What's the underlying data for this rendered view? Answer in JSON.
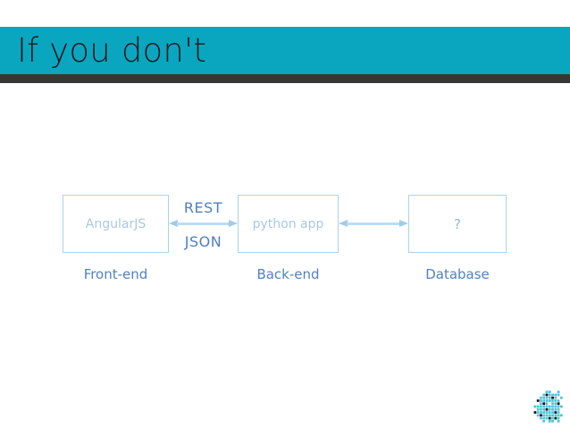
{
  "slide": {
    "title": "If you don't",
    "header_color": "#0aa6c0",
    "header_rule_color": "#373737",
    "title_color": "#19191c",
    "background": "#ffffff"
  },
  "diagram": {
    "type": "flow",
    "accent_color": "#a8d3ef",
    "arrow_color": "#9ecdec",
    "caption_color": "#5281bf",
    "protocol_color": "#4f7fc0",
    "nodes": [
      {
        "id": "frontend",
        "box_text": "AngularJS",
        "caption": "Front-end"
      },
      {
        "id": "backend",
        "box_text": "python app",
        "caption": "Back-end"
      },
      {
        "id": "database",
        "box_text": "?",
        "caption": "Database"
      }
    ],
    "connectors": [
      {
        "id": "frontend-backend",
        "from": "frontend",
        "to": "backend",
        "direction": "bidirectional",
        "label_above": "REST",
        "label_below": "JSON"
      },
      {
        "id": "backend-database",
        "from": "backend",
        "to": "database",
        "direction": "bidirectional",
        "label_above": "",
        "label_below": ""
      }
    ]
  },
  "logo": {
    "name": "pixel-mosaic-logo",
    "tile_color": "#4ec3d9",
    "dark_tile_color": "#111111",
    "grid": [
      [
        0,
        0,
        0,
        0,
        0,
        1,
        1,
        0,
        0,
        1,
        0
      ],
      [
        0,
        0,
        0,
        0,
        1,
        2,
        1,
        1,
        1,
        1,
        0
      ],
      [
        0,
        0,
        0,
        1,
        1,
        1,
        1,
        2,
        1,
        0,
        1
      ],
      [
        0,
        0,
        2,
        1,
        1,
        1,
        1,
        1,
        1,
        1,
        0
      ],
      [
        0,
        0,
        0,
        1,
        2,
        1,
        0,
        1,
        1,
        2,
        0
      ],
      [
        0,
        1,
        1,
        1,
        1,
        1,
        1,
        1,
        1,
        1,
        1
      ],
      [
        0,
        0,
        1,
        1,
        1,
        2,
        1,
        1,
        1,
        1,
        0
      ],
      [
        0,
        2,
        1,
        1,
        1,
        1,
        1,
        1,
        2,
        1,
        0
      ],
      [
        0,
        0,
        1,
        2,
        1,
        1,
        1,
        1,
        1,
        1,
        1
      ],
      [
        0,
        0,
        0,
        1,
        1,
        1,
        2,
        1,
        2,
        1,
        0
      ],
      [
        0,
        0,
        0,
        0,
        1,
        0,
        1,
        1,
        0,
        1,
        0
      ]
    ]
  }
}
